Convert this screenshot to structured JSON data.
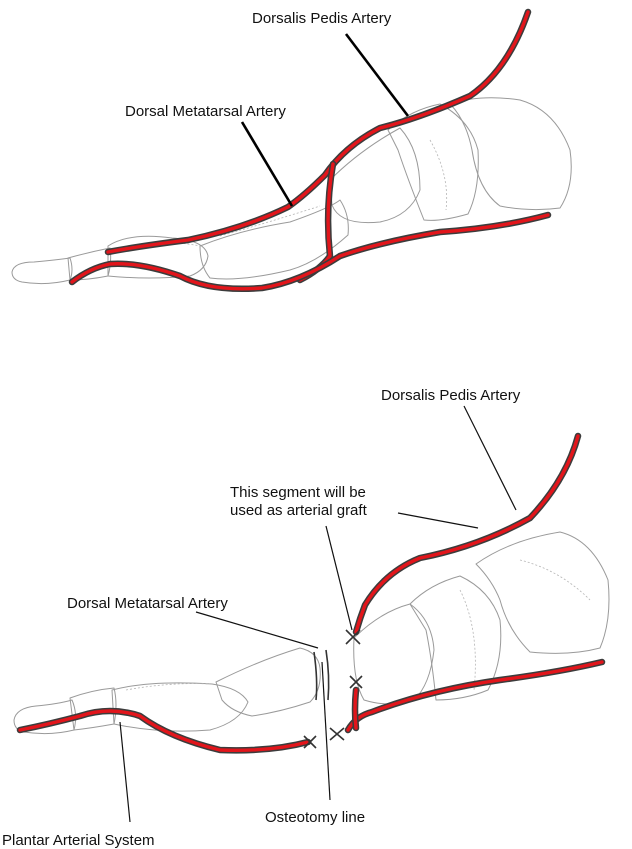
{
  "top_diagram": {
    "labels": {
      "dorsalis_pedis": "Dorsalis Pedis Artery",
      "dorsal_metatarsal": "Dorsal Metatarsal Artery"
    }
  },
  "bottom_diagram": {
    "labels": {
      "dorsalis_pedis": "Dorsalis Pedis Artery",
      "graft_line1": "This segment will be",
      "graft_line2": "used as arterial graft",
      "dorsal_metatarsal": "Dorsal Metatarsal Artery",
      "osteotomy": "Osteotomy line",
      "plantar": "Plantar Arterial System"
    }
  },
  "colors": {
    "artery": "#e2151b",
    "artery_outline": "#3c3c3c",
    "bone_sketch": "#9a9a9a",
    "leader": "#000000"
  }
}
